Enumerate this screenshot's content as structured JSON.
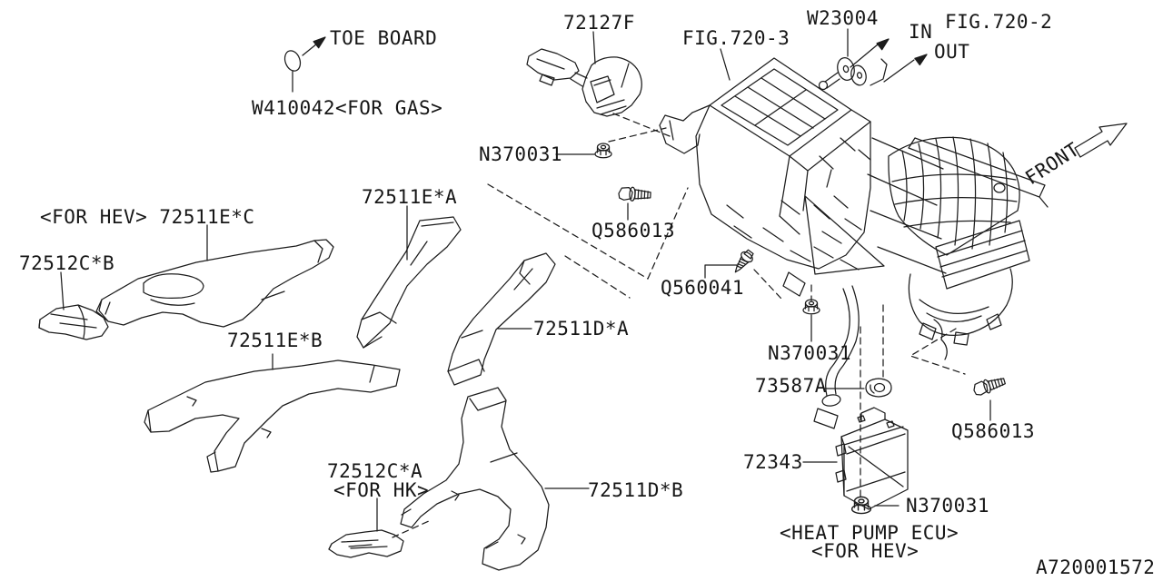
{
  "diagram": {
    "background": "#ffffff",
    "line_color": "#1c1c1c",
    "drawing_number": "A720001572",
    "front_indicator": "FRONT",
    "callouts": {
      "toe_board": "TOE BOARD",
      "w410042": "W410042<FOR GAS>",
      "part_72127f": "72127F",
      "fig_720_3": "FIG.720-3",
      "w23004": "W23004",
      "flow_in": "IN",
      "fig_720_2": "FIG.720-2",
      "flow_out": "OUT",
      "n370031_top": "N370031",
      "part_72511e_a": "72511E*A",
      "part_72511e_c": "<FOR HEV> 72511E*C",
      "part_72512c_b": "72512C*B",
      "q586013_left": "Q586013",
      "q560041": "Q560041",
      "part_72511e_b": "72511E*B",
      "part_72511d_a": "72511D*A",
      "n370031_middle": "N370031",
      "part_73587a": "73587A",
      "q586013_right": "Q586013",
      "part_72512c_a": "72512C*A",
      "for_hk_note": "<FOR HK>",
      "part_72511d_b": "72511D*B",
      "part_72343": "72343",
      "n370031_bottom": "N370031",
      "heat_pump_ecu_note": "<HEAT PUMP ECU>",
      "for_hev_note": "<FOR HEV>"
    }
  }
}
